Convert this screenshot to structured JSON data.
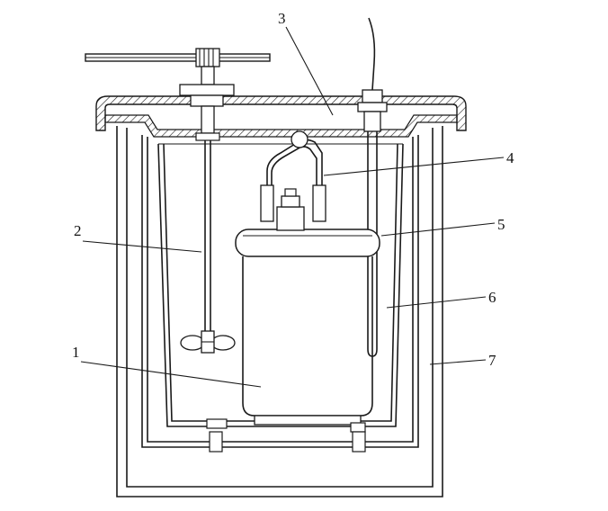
{
  "callouts": [
    {
      "id": "1",
      "text": "1"
    },
    {
      "id": "2",
      "text": "2"
    },
    {
      "id": "3",
      "text": "3"
    },
    {
      "id": "4",
      "text": "4"
    },
    {
      "id": "5",
      "text": "5"
    },
    {
      "id": "6",
      "text": "6"
    },
    {
      "id": "7",
      "text": "7"
    }
  ],
  "colors": {
    "ink": "#1a1a1a",
    "paper": "#ffffff"
  }
}
